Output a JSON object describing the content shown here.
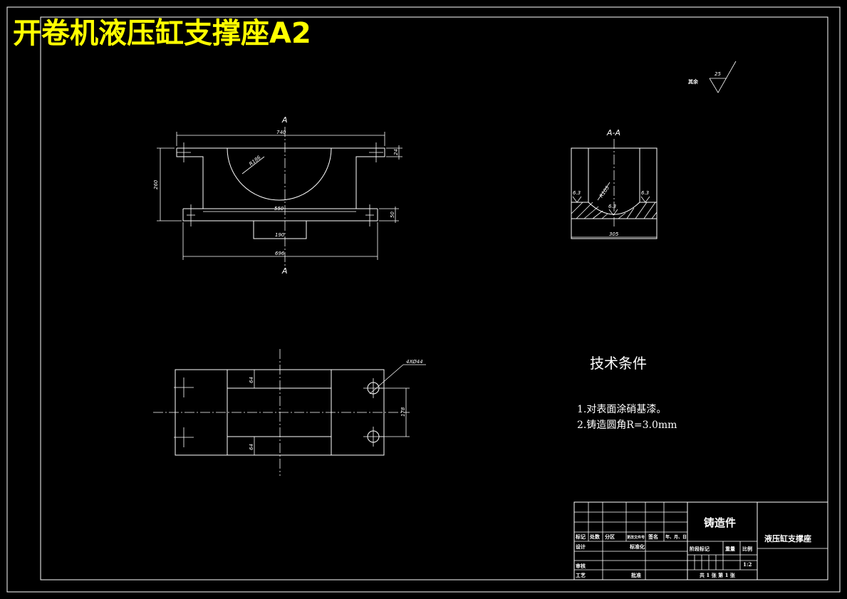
{
  "title": "开卷机液压缸支撑座A2",
  "roughness": {
    "label": "其余",
    "value": "25"
  },
  "front_view": {
    "section_mark_top": "A",
    "section_mark_bottom": "A",
    "dims": {
      "top_width": "740",
      "radius": "R186",
      "height": "260",
      "right_top": "24",
      "inner_width": "550",
      "right_bottom": "50",
      "bottom_block": "190",
      "overall_width": "696"
    }
  },
  "section_view": {
    "label": "A-A",
    "dims": {
      "radius": "R105",
      "rough_left": "6.3",
      "rough_right": "6.3",
      "rough_mid": "6.3",
      "width": "305"
    }
  },
  "plan_view": {
    "dims": {
      "holes": "4XØ44",
      "top_inner": "64",
      "bottom_inner": "64",
      "right_height": "178"
    }
  },
  "tech": {
    "heading": "技术条件",
    "items": [
      "1.对表面涂硝基漆。",
      "2.铸造圆角R=3.0mm"
    ]
  },
  "title_block": {
    "material": "铸造件",
    "part_name": "液压缸支撑座",
    "headers": [
      "标记",
      "处数",
      "分区",
      "更改文件号",
      "签名",
      "年、月、日"
    ],
    "design": "设计",
    "standard": "标准化",
    "check": "审核",
    "process": "工艺",
    "approve": "批准",
    "stage": "阶段标记",
    "weight": "重量",
    "scale_label": "比例",
    "scale": "1:2",
    "sheets": "共 1 张  第 1 张"
  }
}
